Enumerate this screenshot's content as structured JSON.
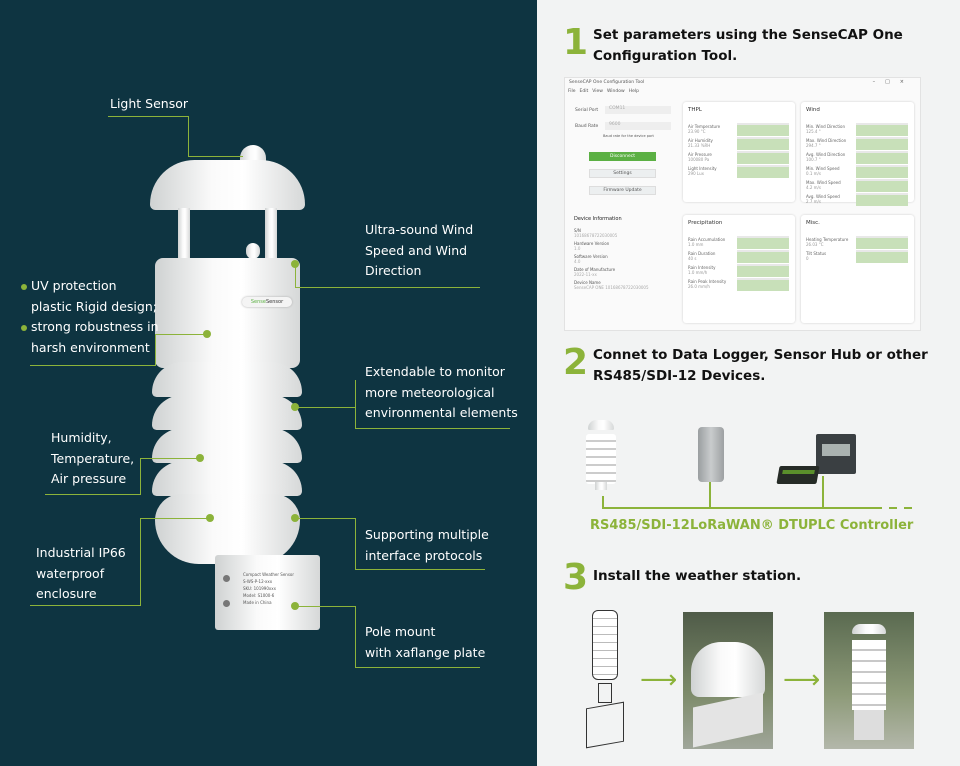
{
  "left_panel": {
    "labels": {
      "light_sensor": "Light Sensor",
      "ultrasound": [
        "Ultra-sound Wind",
        "Speed and Wind",
        "Direction"
      ],
      "uv": [
        "UV protection",
        "plastic Rigid design;",
        "strong robustness in",
        "harsh environment"
      ],
      "extendable": [
        "Extendable to monitor",
        "more meteorological",
        "environmental elements"
      ],
      "humidity": [
        "Humidity,",
        "Temperature,",
        "Air pressure"
      ],
      "supporting": [
        "Supporting multiple",
        "interface protocols"
      ],
      "industrial": [
        "Industrial IP66",
        "waterproof",
        "enclosure"
      ],
      "pole": [
        "Pole mount",
        "with xaflange plate"
      ]
    },
    "product_logo": "SenseCAP Sensor",
    "device_label": [
      "Compact Weather Sensor",
      "S-WS-P-12-xxx",
      "SKU: 101990xxx",
      "Model: S1000-6",
      "Made in China"
    ]
  },
  "steps": [
    {
      "number": "1",
      "text": [
        "Set parameters using the SenseCAP One",
        "Configuration Tool."
      ]
    },
    {
      "number": "2",
      "text": [
        "Connet to Data Logger, Sensor Hub or other",
        "RS485/SDI-12 Devices."
      ]
    },
    {
      "number": "3",
      "text": [
        "Install the weather station."
      ]
    }
  ],
  "config_tool": {
    "title": "SenseCAP One Configuration Tool",
    "menu": [
      "File",
      "Edit",
      "View",
      "Window",
      "Help"
    ],
    "serial_port_label": "Serial Port",
    "serial_port_value": "COM11",
    "baud_rate_label": "Baud Rate",
    "baud_rate_value": "9600",
    "baud_hint": "Baud rate for the device port",
    "buttons": [
      "Disconnect",
      "Settings",
      "Firmware Update"
    ],
    "device_info_title": "Device Information",
    "device_info": [
      {
        "k": "S/N",
        "v": "10168678722030005"
      },
      {
        "k": "Hardware Version",
        "v": "1.0"
      },
      {
        "k": "Software Version",
        "v": "4.0"
      },
      {
        "k": "Date of Manufacture",
        "v": "2022-11-xx"
      },
      {
        "k": "Device Name",
        "v": "SenseCAP ONE 10168678722030005"
      }
    ],
    "cards": [
      {
        "title": "THPL",
        "rows": [
          {
            "k": "Air Temperature",
            "v": "23.90 °C"
          },
          {
            "k": "Air Humidity",
            "v": "21.33 %RH"
          },
          {
            "k": "Air Pressure",
            "v": "100080 Pa"
          },
          {
            "k": "Light Intensity",
            "v": "290 Lux"
          }
        ]
      },
      {
        "title": "Wind",
        "rows": [
          {
            "k": "Min. Wind Direction",
            "v": "125.4 °"
          },
          {
            "k": "Max. Wind Direction",
            "v": "294.7 °"
          },
          {
            "k": "Avg. Wind Direction",
            "v": "100.7 °"
          },
          {
            "k": "Min. Wind Speed",
            "v": "0.1 m/s"
          },
          {
            "k": "Max. Wind Speed",
            "v": "4.2 m/s"
          },
          {
            "k": "Avg. Wind Speed",
            "v": "2.7 m/s"
          }
        ]
      },
      {
        "title": "Precipitation",
        "rows": [
          {
            "k": "Rain Accumulation",
            "v": "1.0 mm"
          },
          {
            "k": "Rain Duration",
            "v": "40 s"
          },
          {
            "k": "Rain Intensity",
            "v": "1.0 mm/h"
          },
          {
            "k": "Rain Peak Intensity",
            "v": "26.0 mm/h"
          }
        ]
      },
      {
        "title": "Misc.",
        "rows": [
          {
            "k": "Heating Temperature",
            "v": "26.03 °C"
          },
          {
            "k": "Tilt Status",
            "v": "0"
          }
        ]
      }
    ]
  },
  "connectivity": {
    "labels": [
      "RS485/SDI-12",
      "LoRaWAN® DTU",
      "PLC Controller"
    ]
  },
  "colors": {
    "dark_bg": "#0e3441",
    "accent": "#8cb33a",
    "light_bg": "#f2f3f3"
  }
}
